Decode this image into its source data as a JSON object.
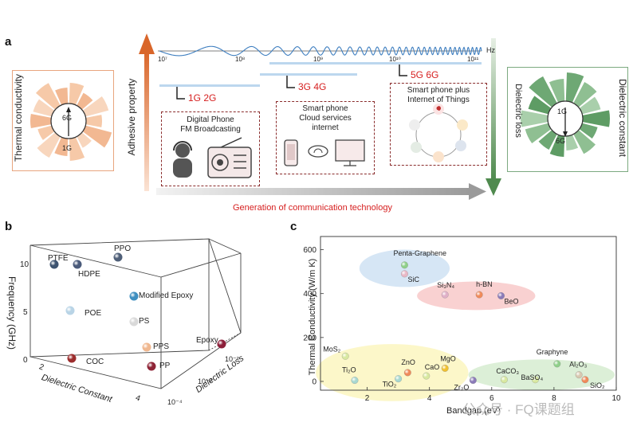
{
  "panel_a": {
    "letter": "a",
    "freq_unit": "Hz",
    "freq_ticks": [
      "10⁷",
      "10⁸",
      "10⁹",
      "10¹⁰",
      "10¹¹"
    ],
    "generations": [
      "1G 2G",
      "3G 4G",
      "5G 6G"
    ],
    "left_wheel": {
      "ylabel": "Thermal conductivity",
      "top": "6G",
      "bottom": "1G"
    },
    "right_wheel": {
      "left_label": "Dielectric loss",
      "right_label": "Dielectric constant",
      "top": "1G",
      "bottom": "6G"
    },
    "up_arrow_label": "Adhesive property",
    "bottom_arrow_label": "Generation of communication technology",
    "box1": {
      "title": "Digital Phone\nFM Broadcasting"
    },
    "box2": {
      "title": "Smart phone\nCloud services\ninternet"
    },
    "box3": {
      "title": "Smart phone plus\nInternet of Things"
    },
    "colors": {
      "orange": "#e8864e",
      "green": "#5e9c64",
      "dark_red": "#8a2c2c",
      "red_text": "#d62020"
    }
  },
  "panel_b": {
    "letter": "b",
    "z_label": "Frequency (GHz)",
    "x_label": "Dielectric Constant",
    "y_label": "Dielectric Loss",
    "z_ticks": [
      "10",
      "5",
      "0"
    ],
    "x_ticks": [
      "2",
      "4"
    ],
    "y_ticks": [
      "10⁻²",
      "10⁻³",
      "10⁻⁴"
    ],
    "points": [
      {
        "label": "PTFE",
        "color": "#3d5370"
      },
      {
        "label": "HDPE",
        "color": "#4a5a7a"
      },
      {
        "label": "PPO",
        "color": "#4f5f78"
      },
      {
        "label": "Modified Epoxy",
        "color": "#3f8fc0"
      },
      {
        "label": "POE",
        "color": "#b9d4e6"
      },
      {
        "label": "PS",
        "color": "#d9d9d9"
      },
      {
        "label": "PPS",
        "color": "#f0b890"
      },
      {
        "label": "Epoxy",
        "color": "#8c1f3a"
      },
      {
        "label": "COC",
        "color": "#9c2d2d"
      },
      {
        "label": "PP",
        "color": "#8e2436"
      }
    ]
  },
  "chart_data": {
    "type": "scatter",
    "xlabel": "Bandgap (eV)",
    "ylabel": "Thermal Conductivity (W/m K)",
    "xlim": [
      0.5,
      10
    ],
    "ylim": [
      -40,
      660
    ],
    "x_ticks": [
      2,
      4,
      6,
      8,
      10
    ],
    "y_ticks": [
      0,
      200,
      400,
      600
    ],
    "points": [
      {
        "label": "Penta-Graphene",
        "x": 3.2,
        "y": 530,
        "color": "#8fd08a"
      },
      {
        "label": "SiC",
        "x": 3.2,
        "y": 490,
        "color": "#e8b8c6"
      },
      {
        "label": "Si₃N₄",
        "x": 4.5,
        "y": 395,
        "color": "#e0b0c8"
      },
      {
        "label": "h-BN",
        "x": 5.6,
        "y": 395,
        "color": "#f08a5a"
      },
      {
        "label": "BeO",
        "x": 6.3,
        "y": 390,
        "color": "#8a7ab8"
      },
      {
        "label": "MoS₂",
        "x": 1.3,
        "y": 115,
        "color": "#d8e8a0"
      },
      {
        "label": "Ti₂O",
        "x": 1.6,
        "y": 5,
        "color": "#a8d8d0"
      },
      {
        "label": "TiO₂",
        "x": 3.0,
        "y": 12,
        "color": "#d8e8a0"
      },
      {
        "label": "ZnO",
        "x": 3.3,
        "y": 40,
        "color": "#f08a5a"
      },
      {
        "label": "CaO",
        "x": 3.9,
        "y": 25,
        "color": "#d8e8a0"
      },
      {
        "label": "MgO",
        "x": 4.5,
        "y": 60,
        "color": "#f0c030"
      },
      {
        "label": "Zr₂O",
        "x": 5.4,
        "y": 5,
        "color": "#8a7ab8"
      },
      {
        "label": "CaCO₃",
        "x": 6.4,
        "y": 8,
        "color": "#d8e8a0"
      },
      {
        "label": "BaSO₄",
        "x": 7.4,
        "y": 8,
        "color": "#d8e8a0"
      },
      {
        "label": "Graphyne",
        "x": 8.1,
        "y": 80,
        "color": "#8fd08a"
      },
      {
        "label": "Al₂O₃",
        "x": 8.8,
        "y": 30,
        "color": "#d8c8b0"
      },
      {
        "label": "SiO₂",
        "x": 9.0,
        "y": 8,
        "color": "#f08a5a"
      }
    ]
  },
  "panel_c": {
    "letter": "c"
  },
  "watermark": "公众号 · FQ课题组"
}
